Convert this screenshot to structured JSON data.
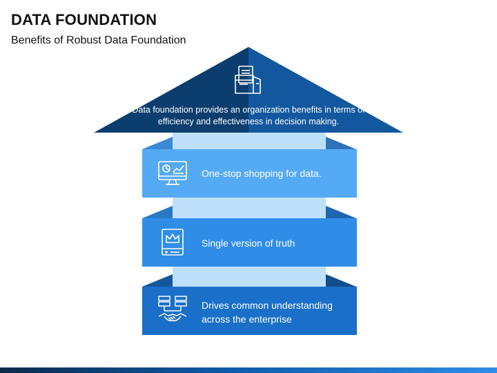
{
  "header": {
    "title": "DATA FOUNDATION",
    "subtitle": "Benefits of Robust Data Foundation"
  },
  "roof": {
    "text": "Data foundation provides an organization benefits in terms of efficiency and effectiveness in decision making.",
    "icon": "documents-folder-icon"
  },
  "levels": [
    {
      "text": "One-stop shopping for data.",
      "icon": "monitor-dashboard-icon",
      "color": "#55aaf5"
    },
    {
      "text": "Single version of truth",
      "icon": "crown-drive-icon",
      "color": "#2f8de8"
    },
    {
      "text": "Drives common understanding across the enterprise",
      "icon": "servers-handshake-icon",
      "color": "#1a6fc8"
    }
  ],
  "colors": {
    "roof_dark": "#0b3e6e",
    "roof_mid": "#13589e",
    "pillar": "#bfe0fa",
    "bottom_bar": "#0d5aa8"
  }
}
